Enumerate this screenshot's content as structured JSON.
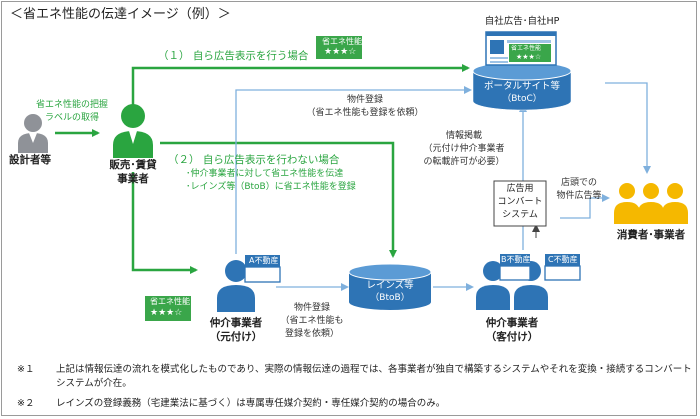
{
  "title": "＜省エネ性能の伝達イメージ（例）＞",
  "colors": {
    "green": "#2aa540",
    "blue": "#2e74b5",
    "light_blue": "#9dc3e6",
    "gray": "#8f9298",
    "gold": "#f5b800",
    "label_green": "#3aa64a"
  },
  "actors": {
    "designer": "設計者等",
    "seller_line1": "販売･賃貸",
    "seller_line2": "事業者",
    "agent_motozuke_line1": "仲介事業者",
    "agent_motozuke_line2": "（元付け）",
    "agent_kyakuzuke_line1": "仲介事業者",
    "agent_kyakuzuke_line2": "（客付け）",
    "consumer": "消費者･事業者"
  },
  "labels": {
    "grasp_line1": "省エネ性能の把握",
    "grasp_line2": "ラベルの取得",
    "route1": "（１） 自ら広告表示を行う場合",
    "route2": "（２） 自ら広告表示を行わない場合",
    "route2_sub1": "･仲介事業者に対して省エネ性能を伝達",
    "route2_sub2": "･レインズ等（BtoB）に省エネ性能を登録",
    "label_badge_title": "省エネ性能",
    "label_badge_stars": "★★★☆",
    "website_title": "自社広告･自社HP",
    "website_badge_title": "省エネ性能",
    "website_badge_stars": "★★★☆",
    "portal_line1": "ポータルサイト等",
    "portal_line2": "（BtoC）",
    "reins_line1": "レインズ等",
    "reins_line2": "（BtoB）",
    "register_top_line1": "物件登録",
    "register_top_line2": "（省エネ性能も登録を依頼）",
    "register_bottom_line1": "物件登録",
    "register_bottom_line2": "（省エネ性能も",
    "register_bottom_line3": "登録を依頼）",
    "info_line1": "情報掲載",
    "info_line2": "（元付け仲介事業者",
    "info_line3": "の転載許可が必要）",
    "converter_line1": "広告用",
    "converter_line2": "コンバート",
    "converter_line3": "システム",
    "store_line1": "店頭での",
    "store_line2": "物件広告等",
    "company_a": "A不動産",
    "company_b": "B不動産",
    "company_c": "C不動産"
  },
  "notes": [
    {
      "mark": "※１",
      "line1": "上記は情報伝達の流れを模式化したものであり、実際の情報伝達の過程では、各事業者が独自で構築するシステムやそれを変換・接続するコンバート",
      "line2": "システムが介在。"
    },
    {
      "mark": "※２",
      "line1": "レインズの登録義務（宅建業法に基づく）は専属専任媒介契約・専任媒介契約の場合のみ。",
      "line2": ""
    }
  ]
}
